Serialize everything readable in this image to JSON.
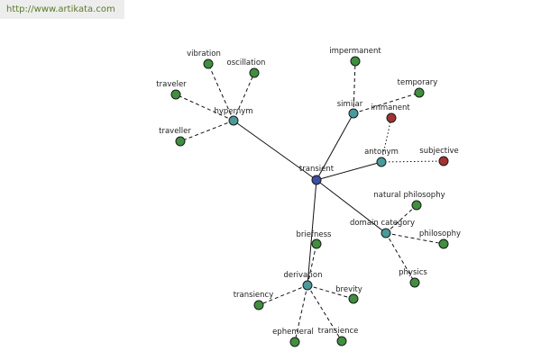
{
  "source_link": "http://www.artikata.com",
  "colors": {
    "word": "#3b4fa3",
    "relation": "#4a9a9a",
    "synonym": "#3f8f3f",
    "antonym": "#a23333"
  },
  "nodes": [
    {
      "id": "transient",
      "label": "transient",
      "kind": "word"
    },
    {
      "id": "hypernym",
      "label": "hypernym",
      "kind": "relation"
    },
    {
      "id": "similar",
      "label": "similar",
      "kind": "relation"
    },
    {
      "id": "antonym",
      "label": "antonym",
      "kind": "relation"
    },
    {
      "id": "domain-category",
      "label": "domain category",
      "kind": "relation"
    },
    {
      "id": "derivation",
      "label": "derivation",
      "kind": "relation"
    },
    {
      "id": "vibration",
      "label": "vibration",
      "kind": "synonym"
    },
    {
      "id": "oscillation",
      "label": "oscillation",
      "kind": "synonym"
    },
    {
      "id": "traveler",
      "label": "traveler",
      "kind": "synonym"
    },
    {
      "id": "traveller",
      "label": "traveller",
      "kind": "synonym"
    },
    {
      "id": "impermanent",
      "label": "impermanent",
      "kind": "synonym"
    },
    {
      "id": "temporary",
      "label": "temporary",
      "kind": "synonym"
    },
    {
      "id": "immanent",
      "label": "immanent",
      "kind": "antonym"
    },
    {
      "id": "subjective",
      "label": "subjective",
      "kind": "antonym"
    },
    {
      "id": "natural-philosophy",
      "label": "natural philosophy",
      "kind": "synonym"
    },
    {
      "id": "philosophy",
      "label": "philosophy",
      "kind": "synonym"
    },
    {
      "id": "physics",
      "label": "physics",
      "kind": "synonym"
    },
    {
      "id": "briefness",
      "label": "briefness",
      "kind": "synonym"
    },
    {
      "id": "transiency",
      "label": "transiency",
      "kind": "synonym"
    },
    {
      "id": "brevity",
      "label": "brevity",
      "kind": "synonym"
    },
    {
      "id": "ephemeral",
      "label": "ephemeral",
      "kind": "synonym"
    },
    {
      "id": "transience",
      "label": "transience",
      "kind": "synonym"
    }
  ],
  "edges": [
    {
      "from": "transient",
      "to": "hypernym",
      "style": "solid"
    },
    {
      "from": "transient",
      "to": "similar",
      "style": "solid"
    },
    {
      "from": "transient",
      "to": "antonym",
      "style": "solid"
    },
    {
      "from": "transient",
      "to": "domain-category",
      "style": "solid"
    },
    {
      "from": "transient",
      "to": "derivation",
      "style": "solid"
    },
    {
      "from": "hypernym",
      "to": "vibration",
      "style": "dashed"
    },
    {
      "from": "hypernym",
      "to": "oscillation",
      "style": "dashed"
    },
    {
      "from": "hypernym",
      "to": "traveler",
      "style": "dashed"
    },
    {
      "from": "hypernym",
      "to": "traveller",
      "style": "dashed"
    },
    {
      "from": "similar",
      "to": "impermanent",
      "style": "dashed"
    },
    {
      "from": "similar",
      "to": "temporary",
      "style": "dashed"
    },
    {
      "from": "antonym",
      "to": "immanent",
      "style": "dotted"
    },
    {
      "from": "antonym",
      "to": "subjective",
      "style": "dotted"
    },
    {
      "from": "domain-category",
      "to": "natural-philosophy",
      "style": "dashed"
    },
    {
      "from": "domain-category",
      "to": "philosophy",
      "style": "dashed"
    },
    {
      "from": "domain-category",
      "to": "physics",
      "style": "dashed"
    },
    {
      "from": "derivation",
      "to": "briefness",
      "style": "dashed"
    },
    {
      "from": "derivation",
      "to": "transiency",
      "style": "dashed"
    },
    {
      "from": "derivation",
      "to": "brevity",
      "style": "dashed"
    },
    {
      "from": "derivation",
      "to": "ephemeral",
      "style": "dashed"
    },
    {
      "from": "derivation",
      "to": "transience",
      "style": "dashed"
    }
  ]
}
